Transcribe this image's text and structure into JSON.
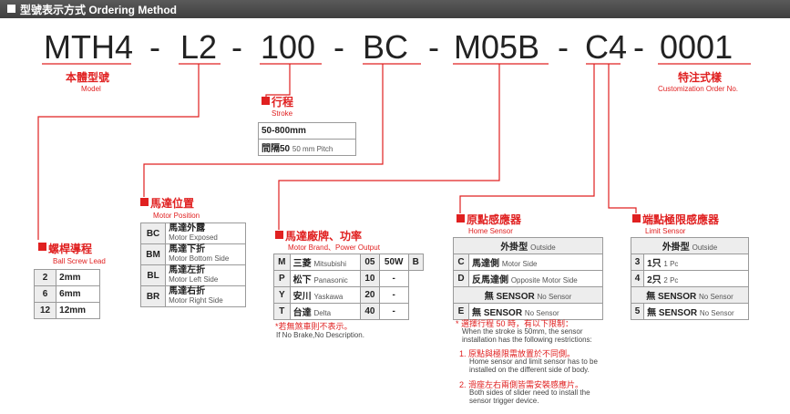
{
  "header": {
    "title": "型號表示方式 Ordering Method"
  },
  "code": {
    "segments": [
      "MTH4",
      "L2",
      "100",
      "BC",
      "M05B",
      "C4",
      "0001"
    ],
    "separator": "-"
  },
  "model": {
    "cn": "本體型號",
    "en": "Model"
  },
  "custom": {
    "cn": "特注式樣",
    "en": "Customization Order No."
  },
  "stroke": {
    "cn": "行程",
    "en": "Stroke",
    "range": "50-800mm",
    "pitch_cn": "間隔50",
    "pitch_en": "50 mm Pitch"
  },
  "lead": {
    "cn": "螺桿導程",
    "en": "Ball Screw Lead",
    "rows": [
      {
        "k": "2",
        "v": "2mm"
      },
      {
        "k": "6",
        "v": "6mm"
      },
      {
        "k": "12",
        "v": "12mm"
      }
    ]
  },
  "position": {
    "cn": "馬達位置",
    "en": "Motor Position",
    "rows": [
      {
        "k": "BC",
        "cn": "馬達外露",
        "en": "Motor Exposed"
      },
      {
        "k": "BM",
        "cn": "馬達下折",
        "en": "Motor Bottom Side"
      },
      {
        "k": "BL",
        "cn": "馬達左折",
        "en": "Motor Left Side"
      },
      {
        "k": "BR",
        "cn": "馬達右折",
        "en": "Motor Right Side"
      }
    ]
  },
  "brand": {
    "cn": "馬達廠牌、功率",
    "en": "Motor Brand、Power Output",
    "rows": [
      {
        "k": "M",
        "cn": "三菱",
        "en": "Mitsubishi",
        "p": "05",
        "w": "50W",
        "b": "B"
      },
      {
        "k": "P",
        "cn": "松下",
        "en": "Panasonic",
        "p": "10",
        "w": "-",
        "b": ""
      },
      {
        "k": "Y",
        "cn": "安川",
        "en": "Yaskawa",
        "p": "20",
        "w": "-",
        "b": ""
      },
      {
        "k": "T",
        "cn": "台達",
        "en": "Delta",
        "p": "40",
        "w": "-",
        "b": ""
      }
    ],
    "note_cn": "*若無煞車則不表示。",
    "note_en": "If No Brake,No Description."
  },
  "home": {
    "cn": "原點感應器",
    "en": "Home Sensor",
    "header_cn": "外掛型",
    "header_en": "Outside",
    "rows": [
      {
        "k": "C",
        "cn": "馬達側",
        "en": "Motor Side"
      },
      {
        "k": "D",
        "cn": "反馬達側",
        "en": "Opposite Motor Side"
      }
    ],
    "none_cn": "無",
    "none_en": "SENSOR",
    "none_en2": "No Sensor",
    "none_k": "E",
    "notes": {
      "n0_cn": "* 選擇行程 50 時，有以下限制：",
      "n0_en1": "When the stroke is 50mm, the sensor",
      "n0_en2": "installation has the following restrictions:",
      "n1_cn": "1. 原點與極限需放置於不同側。",
      "n1_en1": "Home sensor and limit sensor has to be",
      "n1_en2": "installed on the different side of body.",
      "n2_cn": "2. 滑座左右兩側皆需安裝感應片。",
      "n2_en1": "Both sides of slider need to install the",
      "n2_en2": "sensor trigger device."
    }
  },
  "limit": {
    "cn": "端點極限感應器",
    "en": "Limit Sensor",
    "header_cn": "外掛型",
    "header_en": "Outside",
    "rows": [
      {
        "k": "3",
        "cn": "1只",
        "en": "1 Pc"
      },
      {
        "k": "4",
        "cn": "2只",
        "en": "2 Pc"
      }
    ],
    "none_cn": "無",
    "none_en": "SENSOR",
    "none_en2": "No Sensor",
    "none_k": "5"
  }
}
